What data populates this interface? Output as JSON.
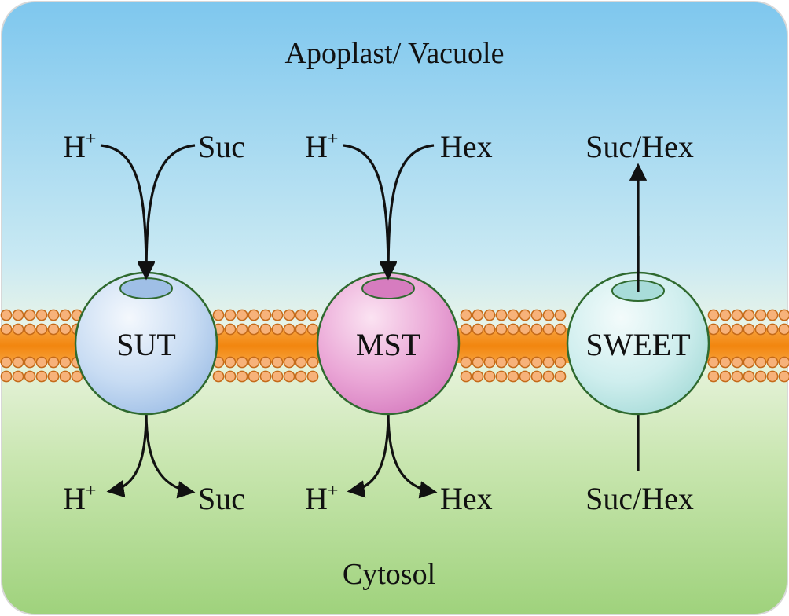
{
  "diagram": {
    "top_region_label": "Apoplast/ Vacuole",
    "bottom_region_label": "Cytosol",
    "colors": {
      "apoplast": "#8ed0ef",
      "cytosol": "#a9d88a",
      "membrane_core": "#f28c1e",
      "lipid_head": "#f7b27a",
      "sut": "#b9d6f2",
      "mst": "#e79bd2",
      "sweet": "#c7ecec"
    },
    "transporters": [
      {
        "name": "SUT",
        "top_left": "H",
        "top_left_sup": "+",
        "top_right": "Suc",
        "bottom_left": "H",
        "bottom_left_sup": "+",
        "bottom_right": "Suc"
      },
      {
        "name": "MST",
        "top_left": "H",
        "top_left_sup": "+",
        "top_right": "Hex",
        "bottom_left": "H",
        "bottom_left_sup": "+",
        "bottom_right": "Hex"
      },
      {
        "name": "SWEET",
        "top": "Suc/Hex",
        "bottom": "Suc/Hex"
      }
    ]
  }
}
